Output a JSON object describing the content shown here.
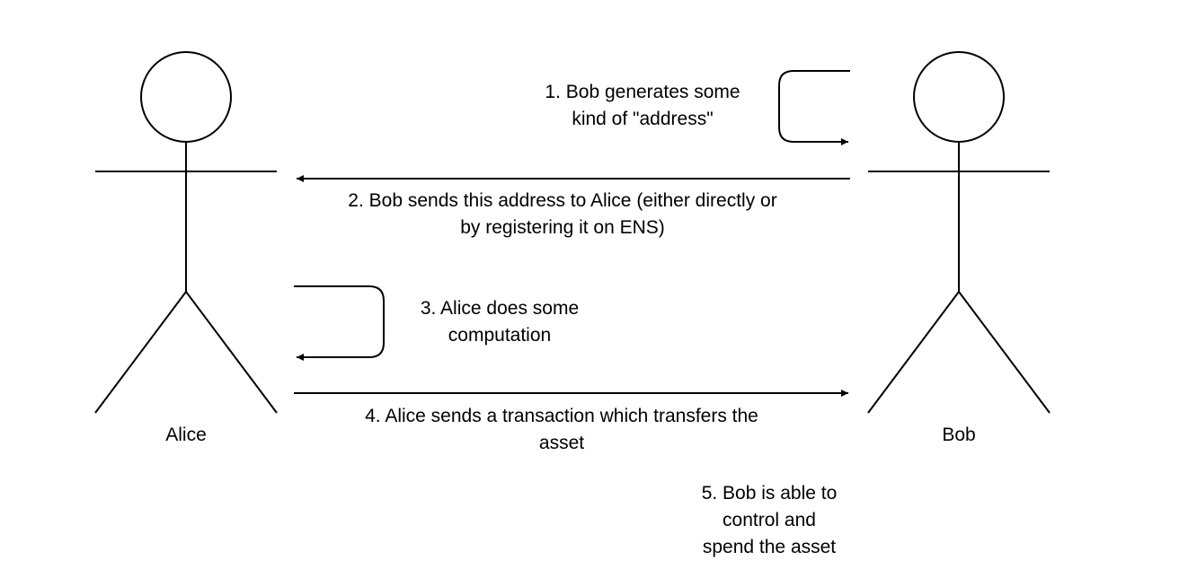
{
  "actors": {
    "alice": {
      "name": "Alice"
    },
    "bob": {
      "name": "Bob"
    }
  },
  "steps": [
    {
      "text": "1. Bob generates some\nkind of \"address\""
    },
    {
      "text": "2. Bob sends this address to Alice (either directly or\nby registering it on ENS)"
    },
    {
      "text": "3. Alice does some\ncomputation"
    },
    {
      "text": "4. Alice sends a transaction which transfers the\nasset"
    },
    {
      "text": "5. Bob is able to\ncontrol and\nspend the asset"
    }
  ],
  "colors": {
    "stroke": "#000000",
    "text": "#000000",
    "background": "#ffffff"
  }
}
